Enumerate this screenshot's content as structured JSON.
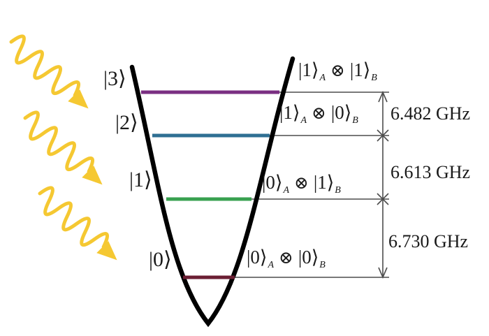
{
  "figure_title": "qubit-energy-level-diagram",
  "levels": [
    {
      "ket": "|3⟩",
      "color": "#7a2f82",
      "product": {
        "a": "|1⟩",
        "a_sub": "A",
        "op": "⊗",
        "b": "|1⟩",
        "b_sub": "B"
      }
    },
    {
      "ket": "|2⟩",
      "color": "#2f6f93",
      "product": {
        "a": "|1⟩",
        "a_sub": "A",
        "op": "⊗",
        "b": "|0⟩",
        "b_sub": "B"
      }
    },
    {
      "ket": "|1⟩",
      "color": "#38a050",
      "product": {
        "a": "|0⟩",
        "a_sub": "A",
        "op": "⊗",
        "b": "|1⟩",
        "b_sub": "B"
      }
    },
    {
      "ket": "|0⟩",
      "color": "#6b1e33",
      "product": {
        "a": "|0⟩",
        "a_sub": "A",
        "op": "⊗",
        "b": "|0⟩",
        "b_sub": "B"
      }
    }
  ],
  "transition_frequencies": [
    "6.482 GHz",
    "6.613 GHz",
    "6.730 GHz"
  ],
  "colors": {
    "photon": "#f5c832",
    "curve": "#000000",
    "dimension": "#4d4d4d",
    "text": "#1a1a1a"
  }
}
